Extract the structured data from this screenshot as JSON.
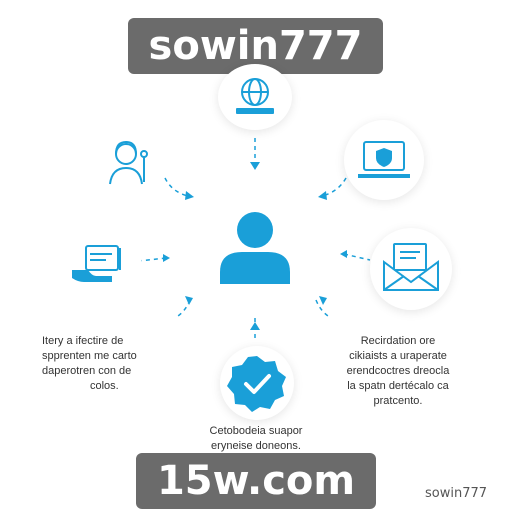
{
  "banners": {
    "top": "sowin777",
    "bottom": "15w.com"
  },
  "texts": {
    "left": [
      "Itery a ifectire de",
      "spprenten me carto",
      "daperotren con de",
      "colos."
    ],
    "right": [
      "Recirdation ore",
      "cikiaists a uraperate",
      "erendcoctres dreocla",
      "la spatn dertécalo ca",
      "pratcento."
    ],
    "bottom": [
      "Cetobodeia suapor",
      "eryneise doneons."
    ]
  },
  "watermark": "sowin777",
  "colors": {
    "accent": "#1a9fd8",
    "banner": "#6b6b6b"
  },
  "icons": [
    "globe-icon",
    "user-headset-icon",
    "laptop-shield-icon",
    "payment-card-icon",
    "mail-icon",
    "check-badge-icon",
    "person-icon"
  ]
}
